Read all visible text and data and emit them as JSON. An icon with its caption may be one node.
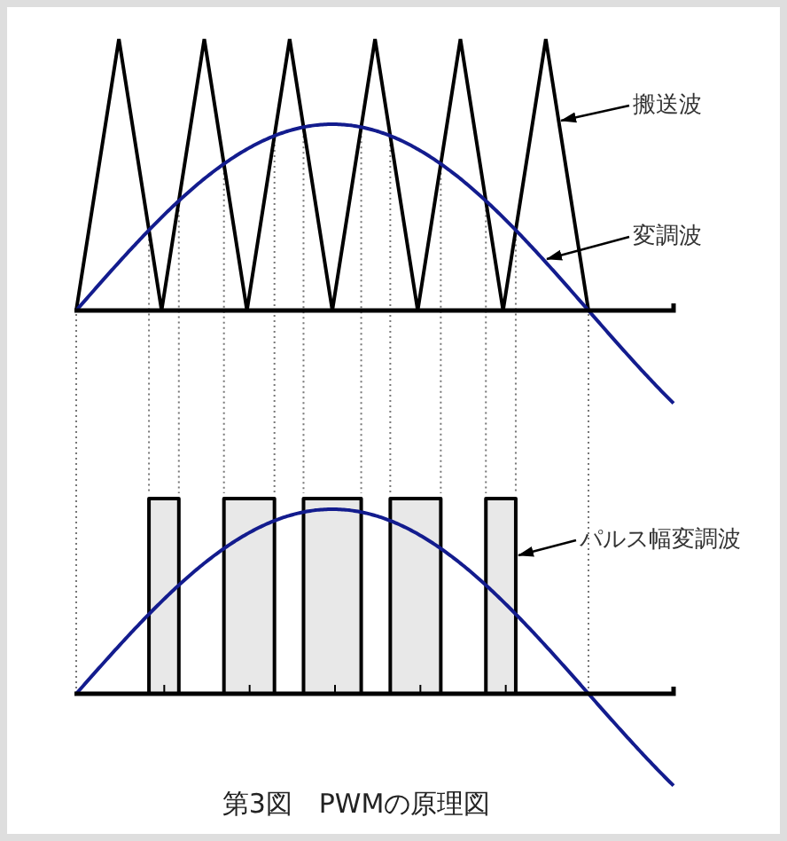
{
  "diagram": {
    "caption": "第3図　PWMの原理図",
    "nodes": [
      {
        "text": [],
        "shape": "picture"
      },
      {
        "text": [
          "搬送波"
        ]
      },
      {
        "text": [],
        "shape": "picture"
      },
      {
        "text": [
          "変調波"
        ]
      },
      {
        "text": [],
        "shape": "picture"
      },
      {
        "text": [
          "パルス幅変調波"
        ]
      }
    ],
    "edges": [
      {
        "from": 1,
        "to": 0,
        "arrow": "to"
      },
      {
        "from": 3,
        "to": 2,
        "arrow": "to"
      },
      {
        "from": 5,
        "to": 4,
        "arrow": "to"
      }
    ]
  }
}
